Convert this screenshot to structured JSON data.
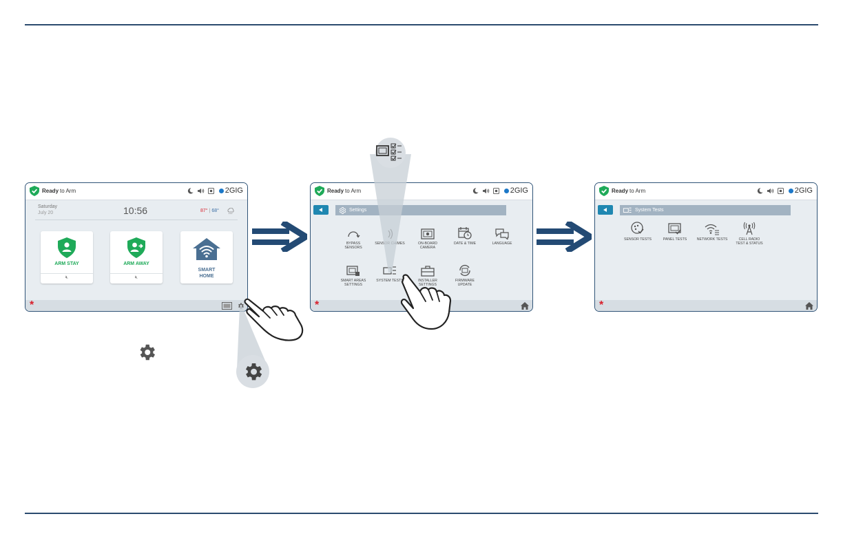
{
  "status": {
    "ready_bold": "Ready",
    "ready_rest": "to Arm",
    "brand": "2GIG"
  },
  "home": {
    "day": "Saturday",
    "date": "July 20",
    "clock": "10:56",
    "temp_high": "87°",
    "temp_sep": "|",
    "temp_low": "68°",
    "tiles": [
      {
        "label": "ARM STAY"
      },
      {
        "label": "ARM AWAY"
      },
      {
        "label_line1": "SMART",
        "label_line2": "HOME"
      }
    ]
  },
  "settings": {
    "title": "Settings",
    "options": [
      {
        "line1": "BYPASS",
        "line2": "SENSORS"
      },
      {
        "line1": "SENSOR CHIMES",
        "line2": ""
      },
      {
        "line1": "ON-BOARD",
        "line2": "CAMERA"
      },
      {
        "line1": "DATE & TIME",
        "line2": ""
      },
      {
        "line1": "LANGUAGE",
        "line2": ""
      },
      {
        "line1": "SMART AREAS",
        "line2": "SETTINGS"
      },
      {
        "line1": "SYSTEM TESTS",
        "line2": ""
      },
      {
        "line1": "INSTALLER",
        "line2": "SETTINGS"
      },
      {
        "line1": "FIRMWARE",
        "line2": "UPDATE"
      }
    ]
  },
  "tests": {
    "title": "System Tests",
    "options": [
      {
        "line1": "SENSOR TESTS",
        "line2": ""
      },
      {
        "line1": "PANEL TESTS",
        "line2": ""
      },
      {
        "line1": "NETWORK TESTS",
        "line2": ""
      },
      {
        "line1": "CELL RADIO",
        "line2": "TEST & STATUS"
      }
    ]
  },
  "colors": {
    "green": "#1faa59",
    "blue": "#2f5377",
    "accent": "#1f87b1",
    "alert": "#d8202c"
  }
}
